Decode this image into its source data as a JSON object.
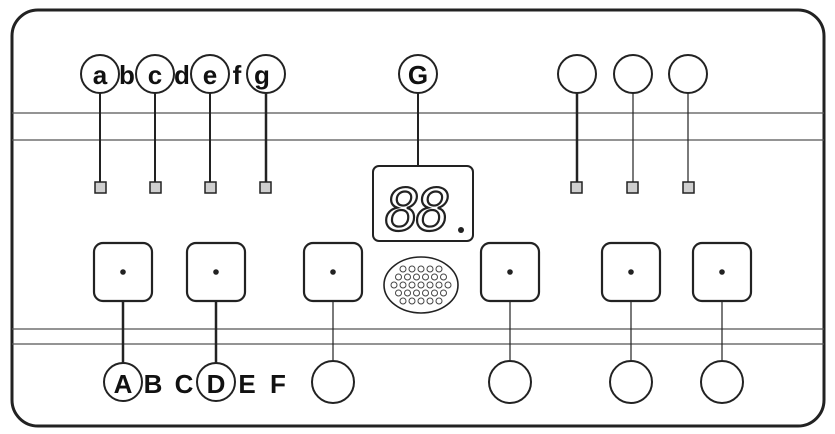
{
  "top_labels": {
    "a": "a",
    "b": "b",
    "c": "c",
    "d": "d",
    "e": "e",
    "f": "f",
    "g": "g",
    "G": "G"
  },
  "bottom_labels": {
    "A": "A",
    "B": "B",
    "C": "C",
    "D": "D",
    "E": "E",
    "F": "F"
  },
  "display": {
    "digits": "88",
    "decimal_point": "."
  },
  "colors": {
    "stroke": "#222222",
    "led_fill": "#cfcfcf",
    "background": "#ffffff"
  }
}
